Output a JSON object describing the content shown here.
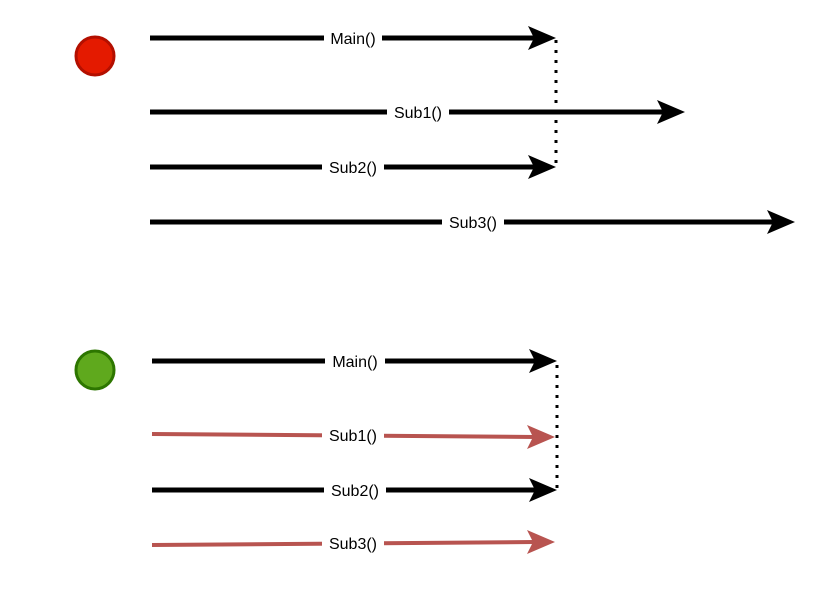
{
  "colors": {
    "red_circle_fill": "#e41a00",
    "red_circle_stroke": "#b30f00",
    "green_circle_fill": "#5fa91d",
    "green_circle_stroke": "#2d7600",
    "black_arrow": "#000000",
    "red_arrow": "#b85450",
    "label_bg": "#ffffff"
  },
  "top_group": {
    "status": "red-circle-icon",
    "arrows": [
      {
        "label": "Main()",
        "color": "black"
      },
      {
        "label": "Sub1()",
        "color": "black"
      },
      {
        "label": "Sub2()",
        "color": "black"
      },
      {
        "label": "Sub3()",
        "color": "black"
      }
    ]
  },
  "bottom_group": {
    "status": "green-circle-icon",
    "arrows": [
      {
        "label": "Main()",
        "color": "black"
      },
      {
        "label": "Sub1()",
        "color": "red"
      },
      {
        "label": "Sub2()",
        "color": "black"
      },
      {
        "label": "Sub3()",
        "color": "red"
      }
    ]
  }
}
